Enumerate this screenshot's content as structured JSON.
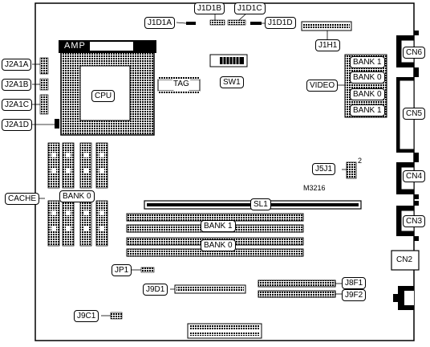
{
  "labels": {
    "amp": "AMP",
    "cpu": "CPU",
    "tag": "TAG",
    "sw1": "SW1",
    "cache": "CACHE",
    "cache_bank0": "BANK 0",
    "video": "VIDEO",
    "video_bank1_top": "BANK 1",
    "video_bank0_top": "BANK 0",
    "video_bank0_bottom": "BANK 0",
    "video_bank1_bottom": "BANK 1",
    "mem_bank1": "BANK 1",
    "mem_bank0": "BANK 0",
    "sl1": "SL1",
    "m3216": "M3216",
    "j5j1": "J5J1",
    "j5j1_pin": "2",
    "j1d1a": "J1D1A",
    "j1d1b": "J1D1B",
    "j1d1c": "J1D1C",
    "j1d1d": "J1D1D",
    "j1h1": "J1H1",
    "j2a1a": "J2A1A",
    "j2a1b": "J2A1B",
    "j2a1c": "J2A1C",
    "j2a1d": "J2A1D",
    "cn6": "CN6",
    "cn5": "CN5",
    "cn4": "CN4",
    "cn3": "CN3",
    "cn2": "CN2",
    "jp1": "JP1",
    "j9d1": "J9D1",
    "j8f1": "J8F1",
    "j9f2": "J9F2",
    "j9c1": "J9C1"
  }
}
